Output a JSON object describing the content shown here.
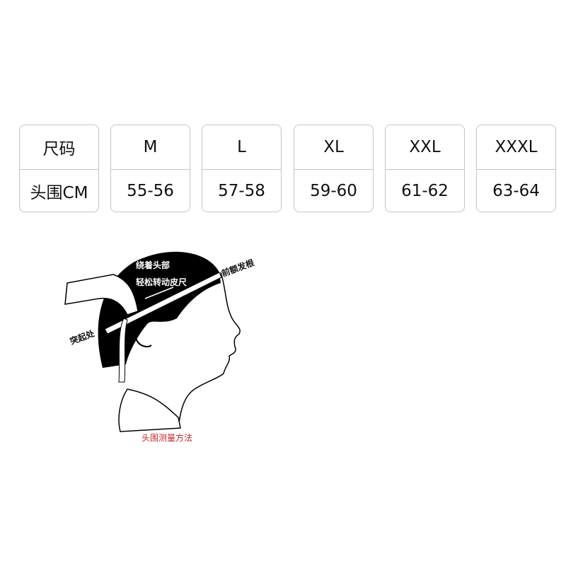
{
  "size_table": {
    "header": {
      "size_label": "尺码",
      "head_label": "头围CM"
    },
    "columns": [
      {
        "size": "M",
        "range": "55-56"
      },
      {
        "size": "L",
        "range": "57-58"
      },
      {
        "size": "XL",
        "range": "59-60"
      },
      {
        "size": "XXL",
        "range": "61-62"
      },
      {
        "size": "XXXL",
        "range": "63-64"
      }
    ]
  },
  "illustration": {
    "instruction_line1": "绕着头部",
    "instruction_line2": "轻松转动皮尺",
    "forehead_label": "前额发根",
    "occipital_label": "突起处",
    "caption": "头围测量方法",
    "caption_color": "#c0282c"
  }
}
